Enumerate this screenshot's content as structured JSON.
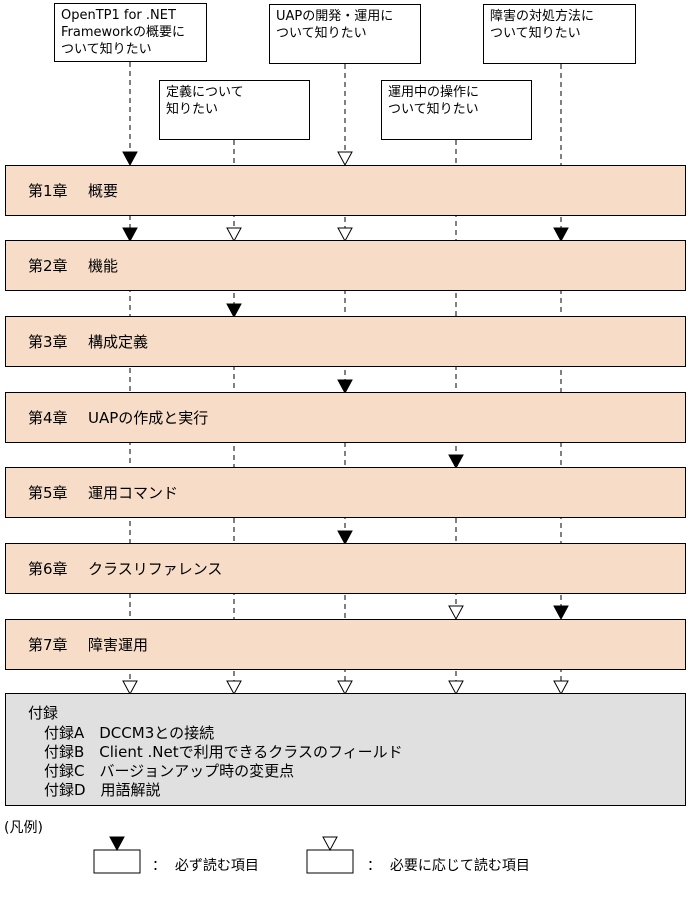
{
  "reader_goals": [
    {
      "id": "overview",
      "text": "OpenTP1 for .NET\nFrameworkの概要に\nついて知りたい"
    },
    {
      "id": "definition",
      "text": "定義について\n知りたい"
    },
    {
      "id": "uap",
      "text": "UAPの開発・運用に\nついて知りたい"
    },
    {
      "id": "operation",
      "text": "運用中の操作に\nついて知りたい"
    },
    {
      "id": "trouble",
      "text": "障害の対処方法に\nついて知りたい"
    }
  ],
  "chapters": [
    {
      "number": "第1章",
      "title": "概要"
    },
    {
      "number": "第2章",
      "title": "機能"
    },
    {
      "number": "第3章",
      "title": "構成定義"
    },
    {
      "number": "第4章",
      "title": "UAPの作成と実行"
    },
    {
      "number": "第5章",
      "title": "運用コマンド"
    },
    {
      "number": "第6章",
      "title": "クラスリファレンス"
    },
    {
      "number": "第7章",
      "title": "障害運用"
    }
  ],
  "appendix": {
    "title": "付録",
    "items": [
      "付録A　DCCM3との接続",
      "付録B　Client .Netで利用できるクラスのフィールド",
      "付録C　バージョンアップ時の変更点",
      "付録D　用語解説"
    ]
  },
  "reading_marks": [
    {
      "goal": "overview",
      "target": "第1章",
      "kind": "required"
    },
    {
      "goal": "overview",
      "target": "第2章",
      "kind": "required"
    },
    {
      "goal": "overview",
      "target": "付録",
      "kind": "optional"
    },
    {
      "goal": "definition",
      "target": "第2章",
      "kind": "optional"
    },
    {
      "goal": "definition",
      "target": "第3章",
      "kind": "required"
    },
    {
      "goal": "definition",
      "target": "付録",
      "kind": "optional"
    },
    {
      "goal": "uap",
      "target": "第1章",
      "kind": "optional"
    },
    {
      "goal": "uap",
      "target": "第2章",
      "kind": "optional"
    },
    {
      "goal": "uap",
      "target": "第4章",
      "kind": "required"
    },
    {
      "goal": "uap",
      "target": "第6章",
      "kind": "required"
    },
    {
      "goal": "uap",
      "target": "付録",
      "kind": "optional"
    },
    {
      "goal": "operation",
      "target": "第5章",
      "kind": "required"
    },
    {
      "goal": "operation",
      "target": "第7章",
      "kind": "optional"
    },
    {
      "goal": "operation",
      "target": "付録",
      "kind": "optional"
    },
    {
      "goal": "trouble",
      "target": "第2章",
      "kind": "required"
    },
    {
      "goal": "trouble",
      "target": "第7章",
      "kind": "required"
    },
    {
      "goal": "trouble",
      "target": "付録",
      "kind": "optional"
    }
  ],
  "legend": {
    "title": "(凡例)",
    "required_label": "：  必ず読む項目",
    "optional_label": "：  必要に応じて読む項目"
  },
  "colors": {
    "chapter_fill": "#f7ddc7",
    "appendix_fill": "#e0e0e0"
  }
}
